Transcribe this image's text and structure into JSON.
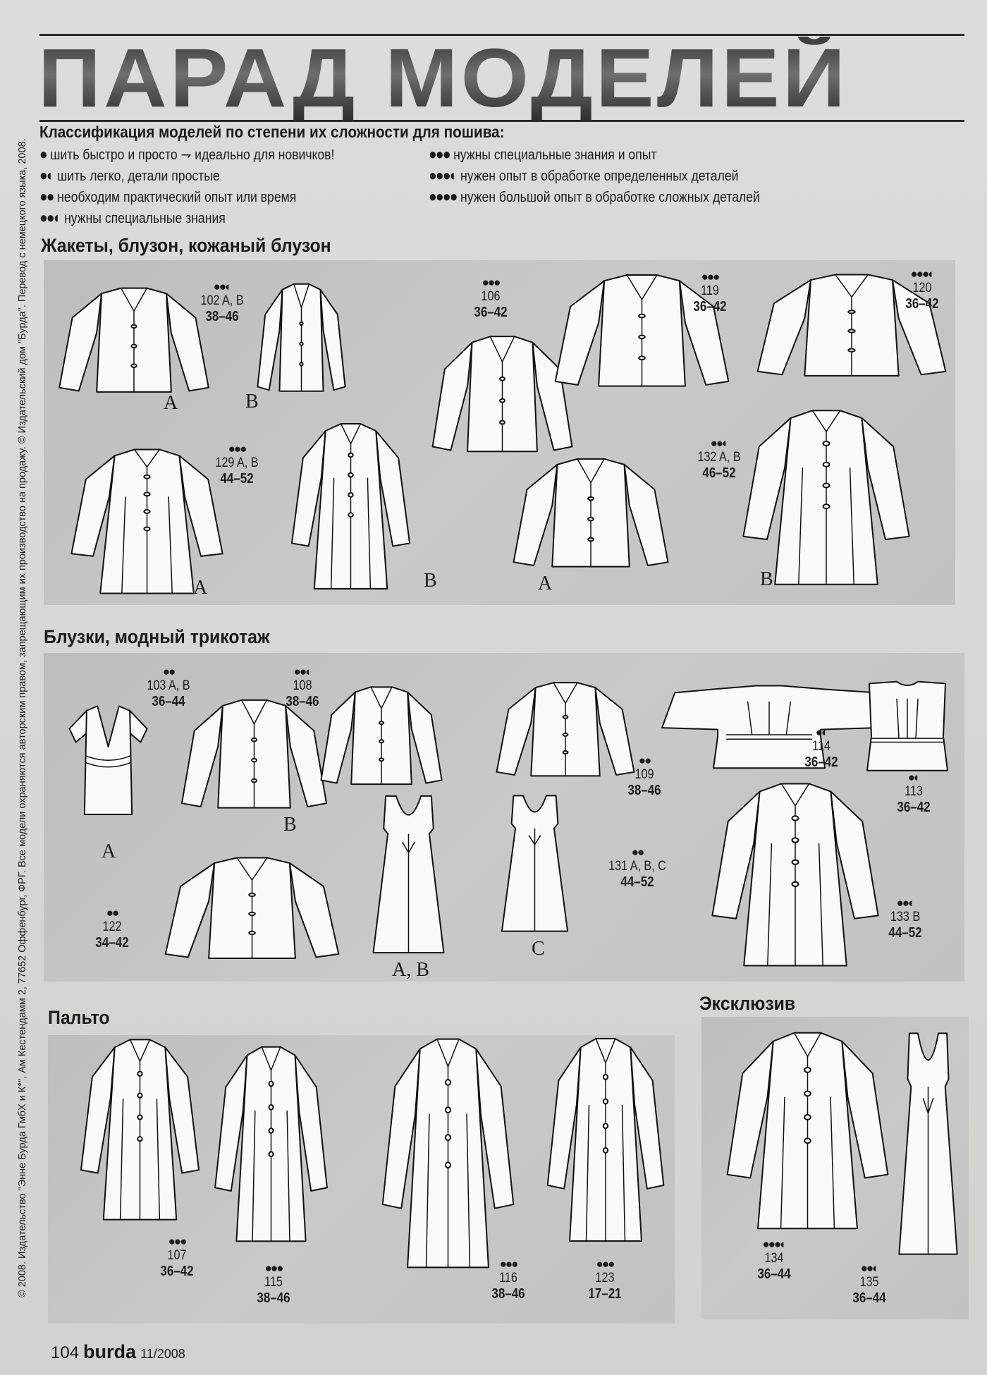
{
  "title": "ПАРАД МОДЕЛЕЙ",
  "legend": {
    "heading": "Классификация моделей по степени их сложности для пошива:",
    "items": [
      {
        "dots": "●",
        "text": "шить быстро и просто ⇁ идеально для новичков!"
      },
      {
        "dots": "●◐",
        "text": "шить легко, детали простые"
      },
      {
        "dots": "●●",
        "text": "необходим практический опыт или время"
      },
      {
        "dots": "●●◐",
        "text": "нужны специальные знания"
      },
      {
        "dots": "●●●",
        "text": "нужны специальные знания и опыт"
      },
      {
        "dots": "●●●◐",
        "text": "нужен опыт в обработке определенных деталей"
      },
      {
        "dots": "●●●●",
        "text": "нужен большой опыт в обработке сложных деталей"
      }
    ]
  },
  "sections": {
    "jackets": "Жакеты, блузон, кожаный блузон",
    "blouses": "Блузки, модный трикотаж",
    "coats": "Пальто",
    "exclusive": "Эксклюзив"
  },
  "models": [
    {
      "dots": "●●◐",
      "number": "102 A, B",
      "sizes": "38–46"
    },
    {
      "dots": "●●●",
      "number": "106",
      "sizes": "36–42"
    },
    {
      "dots": "●●●",
      "number": "119",
      "sizes": "36–42"
    },
    {
      "dots": "●●●◐",
      "number": "120",
      "sizes": "36–42"
    },
    {
      "dots": "●●●",
      "number": "129 A, B",
      "sizes": "44–52"
    },
    {
      "dots": "●●◐",
      "number": "132 A, B",
      "sizes": "46–52"
    },
    {
      "dots": "●●",
      "number": "103 A, B",
      "sizes": "36–44"
    },
    {
      "dots": "●●◐",
      "number": "108",
      "sizes": "38–46"
    },
    {
      "dots": "●●",
      "number": "109",
      "sizes": "38–46"
    },
    {
      "dots": "●◐",
      "number": "114",
      "sizes": "36–42"
    },
    {
      "dots": "●◐",
      "number": "113",
      "sizes": "36–42"
    },
    {
      "dots": "●●",
      "number": "131 A, B, C",
      "sizes": "44–52"
    },
    {
      "dots": "●●◐",
      "number": "133 B",
      "sizes": "44–52"
    },
    {
      "dots": "●●",
      "number": "122",
      "sizes": "34–42"
    },
    {
      "dots": "●●●",
      "number": "107",
      "sizes": "36–42"
    },
    {
      "dots": "●●●",
      "number": "115",
      "sizes": "38–46"
    },
    {
      "dots": "●●●",
      "number": "116",
      "sizes": "38–46"
    },
    {
      "dots": "●●●",
      "number": "123",
      "sizes": "17–21"
    },
    {
      "dots": "●●●◐",
      "number": "134",
      "sizes": "36–44"
    },
    {
      "dots": "●●◐",
      "number": "135",
      "sizes": "36–44"
    }
  ],
  "variants": {
    "a": "A",
    "b": "B",
    "c": "C",
    "ab": "A, B"
  },
  "copyright": "© 2008. Издательство \"Энне Бурда ГмбХ и К°\", Ам Кестендамм 2, 77652 Оффенбург, ФРГ. Все модели охраняются авторским правом, запрещающим их производство на продажу. © Издательский дом \"Бурда\". Перевод с немецкого языка, 2008.",
  "footer": {
    "page": "104",
    "brand": "burda",
    "issue": "11/2008"
  }
}
